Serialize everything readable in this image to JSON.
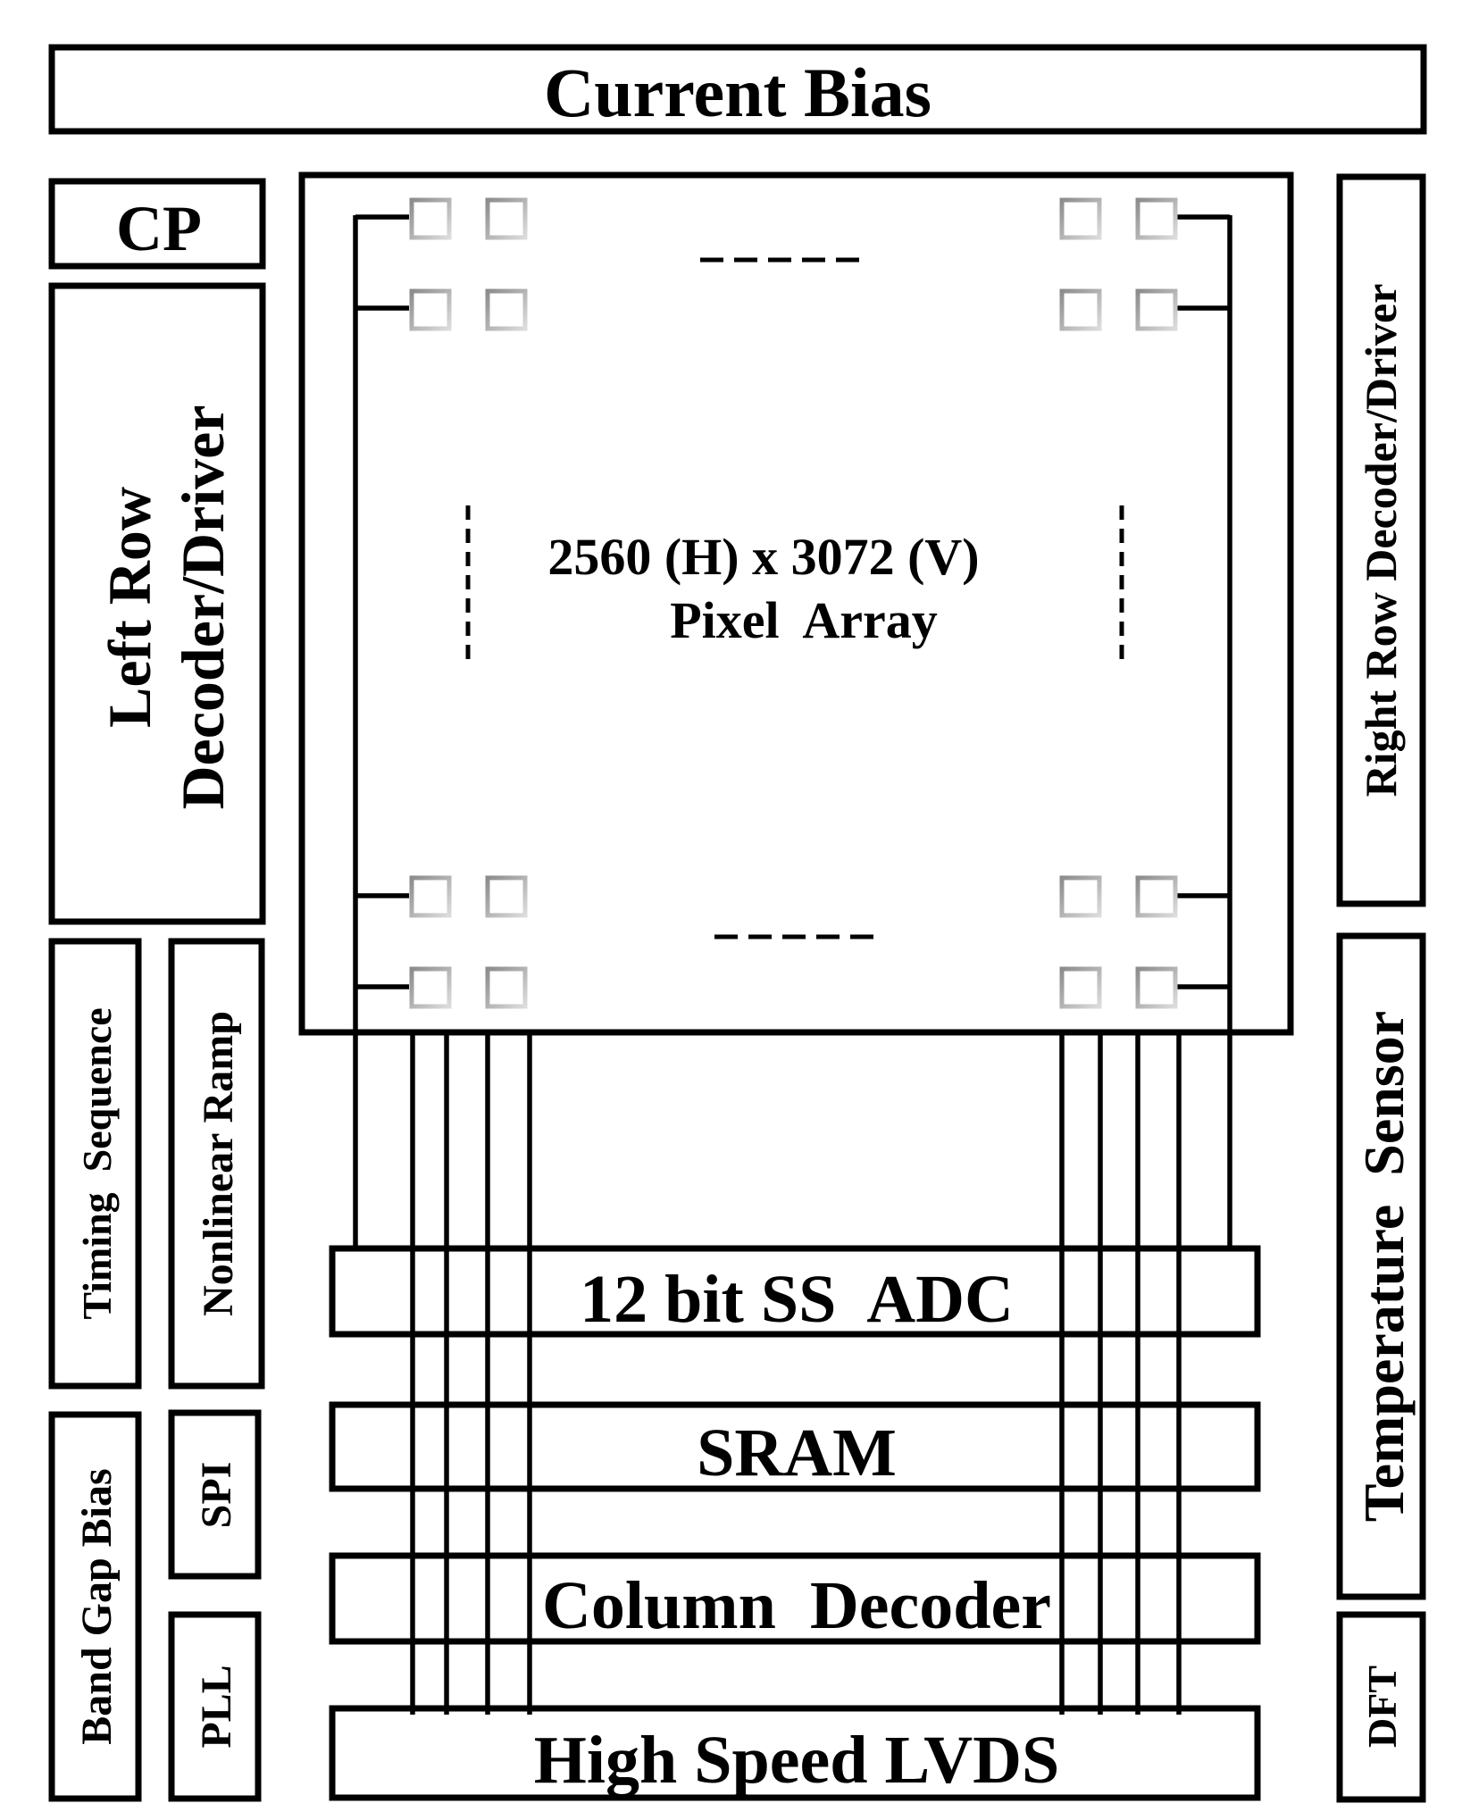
{
  "blocks": {
    "current_bias": "Current Bias",
    "cp": "CP",
    "left_row_line1": "Left Row",
    "left_row_line2": "Decoder/Driver",
    "pixel_array_line1": "2560 (H) x 3072 (V)",
    "pixel_array_line2": "Pixel  Array",
    "right_row": "Right Row Decoder/Driver",
    "timing_sequence": "Timing  Sequence",
    "nonlinear_ramp": "Nonlinear Ramp",
    "temperature_sensor": "Temperature  Sensor",
    "adc": "12 bit SS  ADC",
    "sram": "SRAM",
    "column_decoder": "Column  Decoder",
    "lvds": "High Speed LVDS",
    "band_gap_bias": "Band Gap Bias",
    "spi": "SPI",
    "pll": "PLL",
    "dft": "DFT"
  }
}
